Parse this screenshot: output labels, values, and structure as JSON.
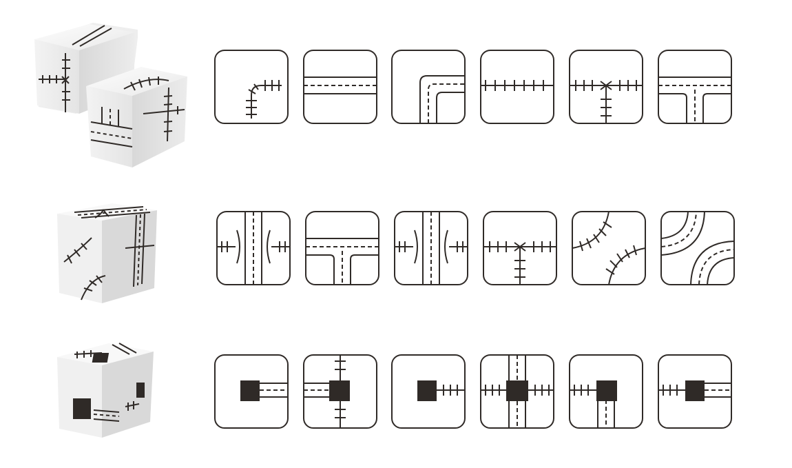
{
  "image_kind": "route dice faces reference sheet",
  "colors": {
    "ink": "#2f2a27",
    "die_light": "#f7f7f7",
    "die_mid": "#e6e6e6",
    "die_dark": "#cfcfcf",
    "background": "#ffffff"
  },
  "rows": [
    {
      "name": "row-1",
      "die": "die-pair-railway-highway",
      "faces": [
        "rail-curve",
        "highway-straight",
        "highway-curve",
        "rail-straight",
        "rail-t-junction",
        "highway-t-junction"
      ]
    },
    {
      "name": "row-2",
      "die": "die-overpass",
      "faces": [
        "overpass-highway-over-rail",
        "highway-t-junction",
        "overpass-highway-over-rail",
        "rail-t-junction",
        "rail-double-curve",
        "highway-double-curve"
      ]
    },
    {
      "name": "row-3",
      "die": "die-station",
      "faces": [
        "station-highway-end",
        "station-highway-rail-cross",
        "station-rail-end",
        "station-full-cross",
        "station-rail-highway-corner",
        "station-rail-to-highway"
      ]
    }
  ]
}
